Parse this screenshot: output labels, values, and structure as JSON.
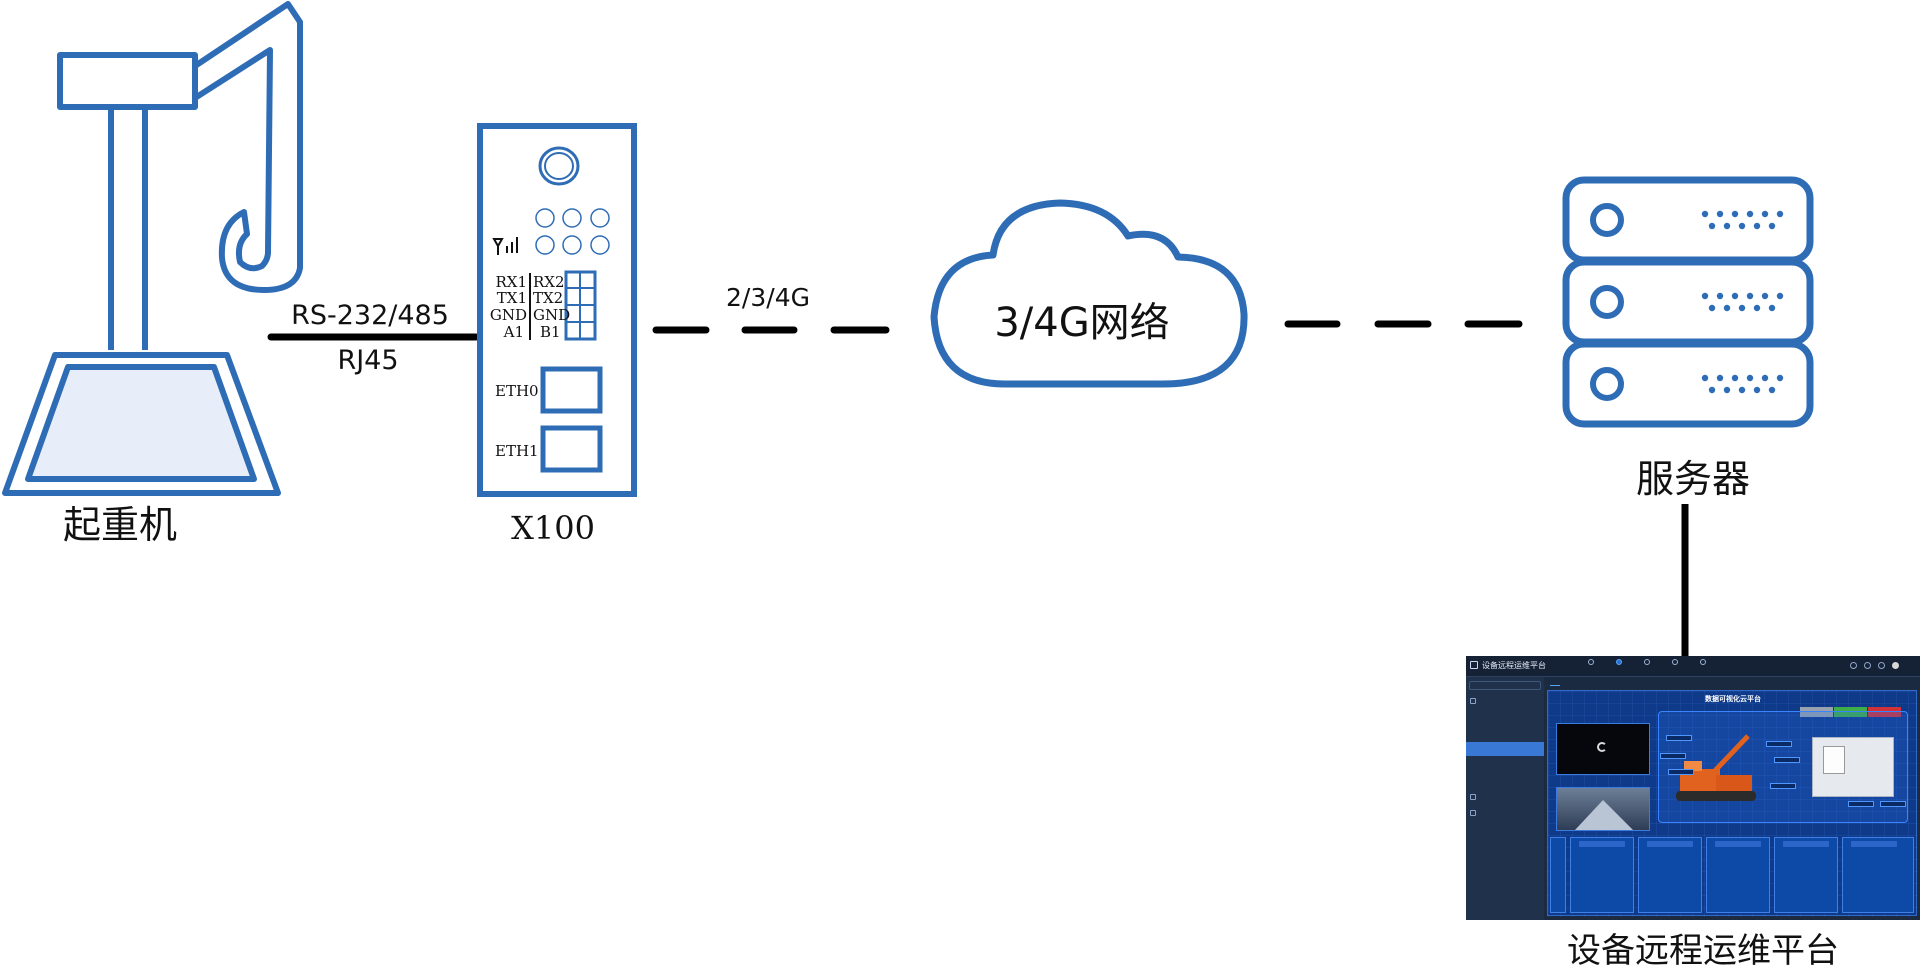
{
  "nodes": {
    "crane": {
      "label": "起重机"
    },
    "x100": {
      "label": "X100",
      "pins_left": [
        "RX1",
        "TX1",
        "GND",
        "A1"
      ],
      "pins_right": [
        "RX2",
        "TX2",
        "GND",
        "B1"
      ],
      "eth0": "ETH0",
      "eth1": "ETH1"
    },
    "cloud": {
      "label": "3/4G网络"
    },
    "server": {
      "label": "服务器"
    },
    "platform": {
      "label": "设备远程运维平台"
    }
  },
  "links": {
    "crane_x100": {
      "top_label": "RS-232/485",
      "bottom_label": "RJ45"
    },
    "x100_cloud": {
      "label": "2/3/4G"
    }
  },
  "platform_ui": {
    "app_title": "设备远程运维平台",
    "main_title": "数据可视化云平台"
  },
  "colors": {
    "stroke_blue": "#2e6db6",
    "crane_fill": "#e8eef9",
    "line_black": "#000000"
  }
}
